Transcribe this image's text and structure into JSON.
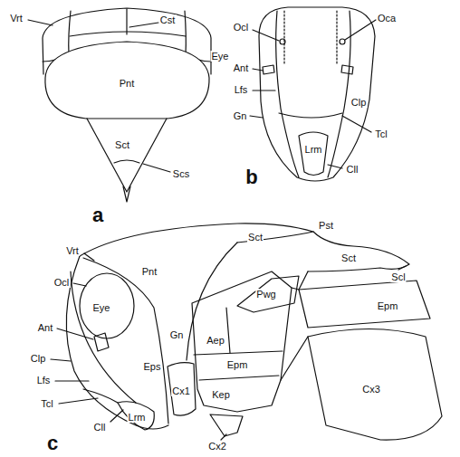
{
  "diagram": {
    "labels": [
      "Vrt",
      "Cst",
      "Eye",
      "Pnt",
      "Sct",
      "Scs",
      "a",
      "Ocl",
      "Oca",
      "Ant",
      "Lfs",
      "Clp",
      "Gn",
      "Tcl",
      "Lrm",
      "Cll",
      "b",
      "Sct",
      "Pst",
      "Sct",
      "Vrt",
      "Pnt",
      "Scl",
      "Ocl",
      "Eye",
      "Pwg",
      "Epm",
      "Ant",
      "Gn",
      "Aep",
      "Epm",
      "Clp",
      "Eps",
      "Lfs",
      "Kep",
      "Cx3",
      "Tcl",
      "Cx1",
      "Cll",
      "Lrm",
      "Cx2",
      "c"
    ]
  }
}
